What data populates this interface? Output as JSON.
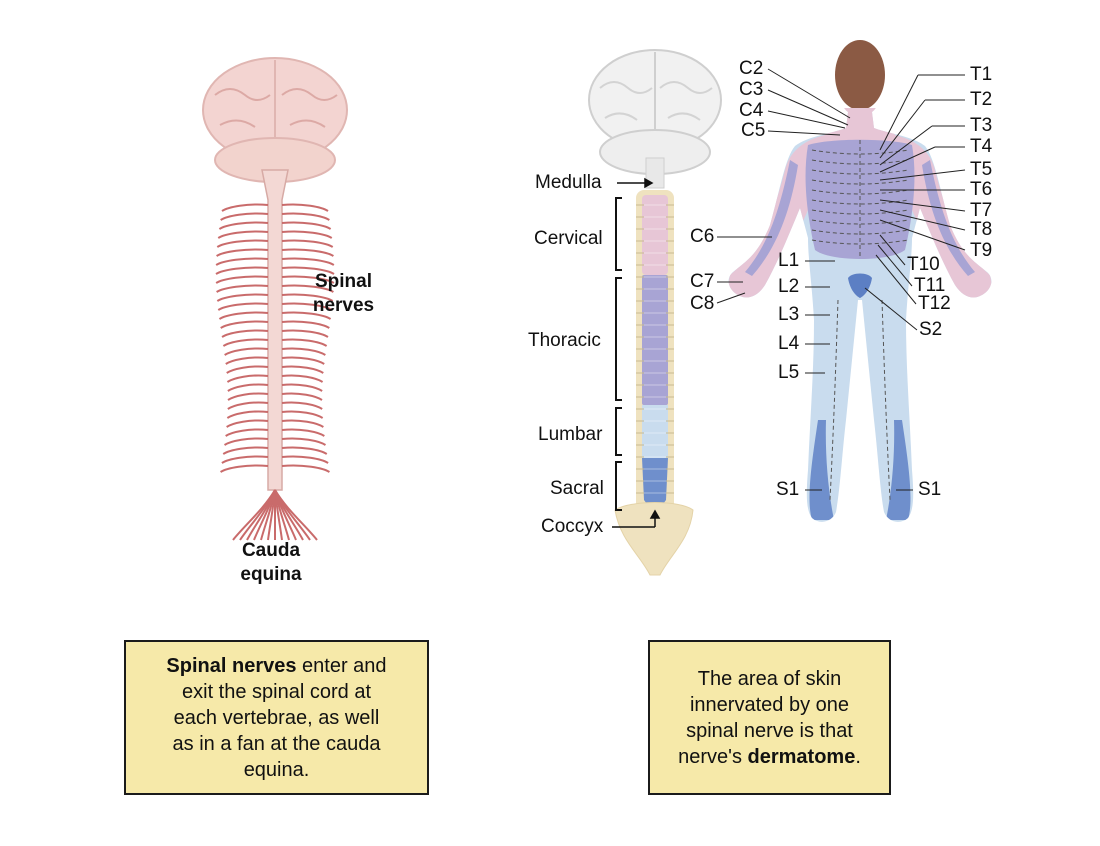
{
  "left_panel": {
    "spinal_nerves_label_line1": "Spinal",
    "spinal_nerves_label_line2": "nerves",
    "cauda_label_line1": "Cauda",
    "cauda_label_line2": "equina",
    "caption": {
      "bold": "Spinal nerves",
      "line1_rest": " enter and",
      "line2": "exit the spinal cord at",
      "line3": "each vertebrae, as well",
      "line4": "as in a fan at the cauda",
      "line5": "equina."
    }
  },
  "middle_panel": {
    "regions": {
      "medulla": "Medulla",
      "cervical": "Cervical",
      "thoracic": "Thoracic",
      "lumbar": "Lumbar",
      "sacral": "Sacral",
      "coccyx": "Coccyx"
    },
    "colors": {
      "cervical": "#e7c6d6",
      "thoracic": "#a8a4d4",
      "lumbar": "#c9dcee",
      "sacral": "#6f8fcc",
      "bone": "#efe2bf"
    }
  },
  "body_panel": {
    "dermatome_labels": {
      "C2": "C2",
      "C3": "C3",
      "C4": "C4",
      "C5": "C5",
      "C6": "C6",
      "C7": "C7",
      "C8": "C8",
      "T1": "T1",
      "T2": "T2",
      "T3": "T3",
      "T4": "T4",
      "T5": "T5",
      "T6": "T6",
      "T7": "T7",
      "T8": "T8",
      "T9": "T9",
      "T10": "T10",
      "T11": "T11",
      "T12": "T12",
      "L1": "L1",
      "L2": "L2",
      "L3": "L3",
      "L4": "L4",
      "L5": "L5",
      "S1_left": "S1",
      "S1_right": "S1",
      "S2": "S2"
    },
    "caption": {
      "line1": "The area of skin",
      "line2": "innervated by one",
      "line3": "spinal nerve is that",
      "line4_pre": "nerve's ",
      "line4_bold": "dermatome",
      "line4_post": "."
    }
  }
}
